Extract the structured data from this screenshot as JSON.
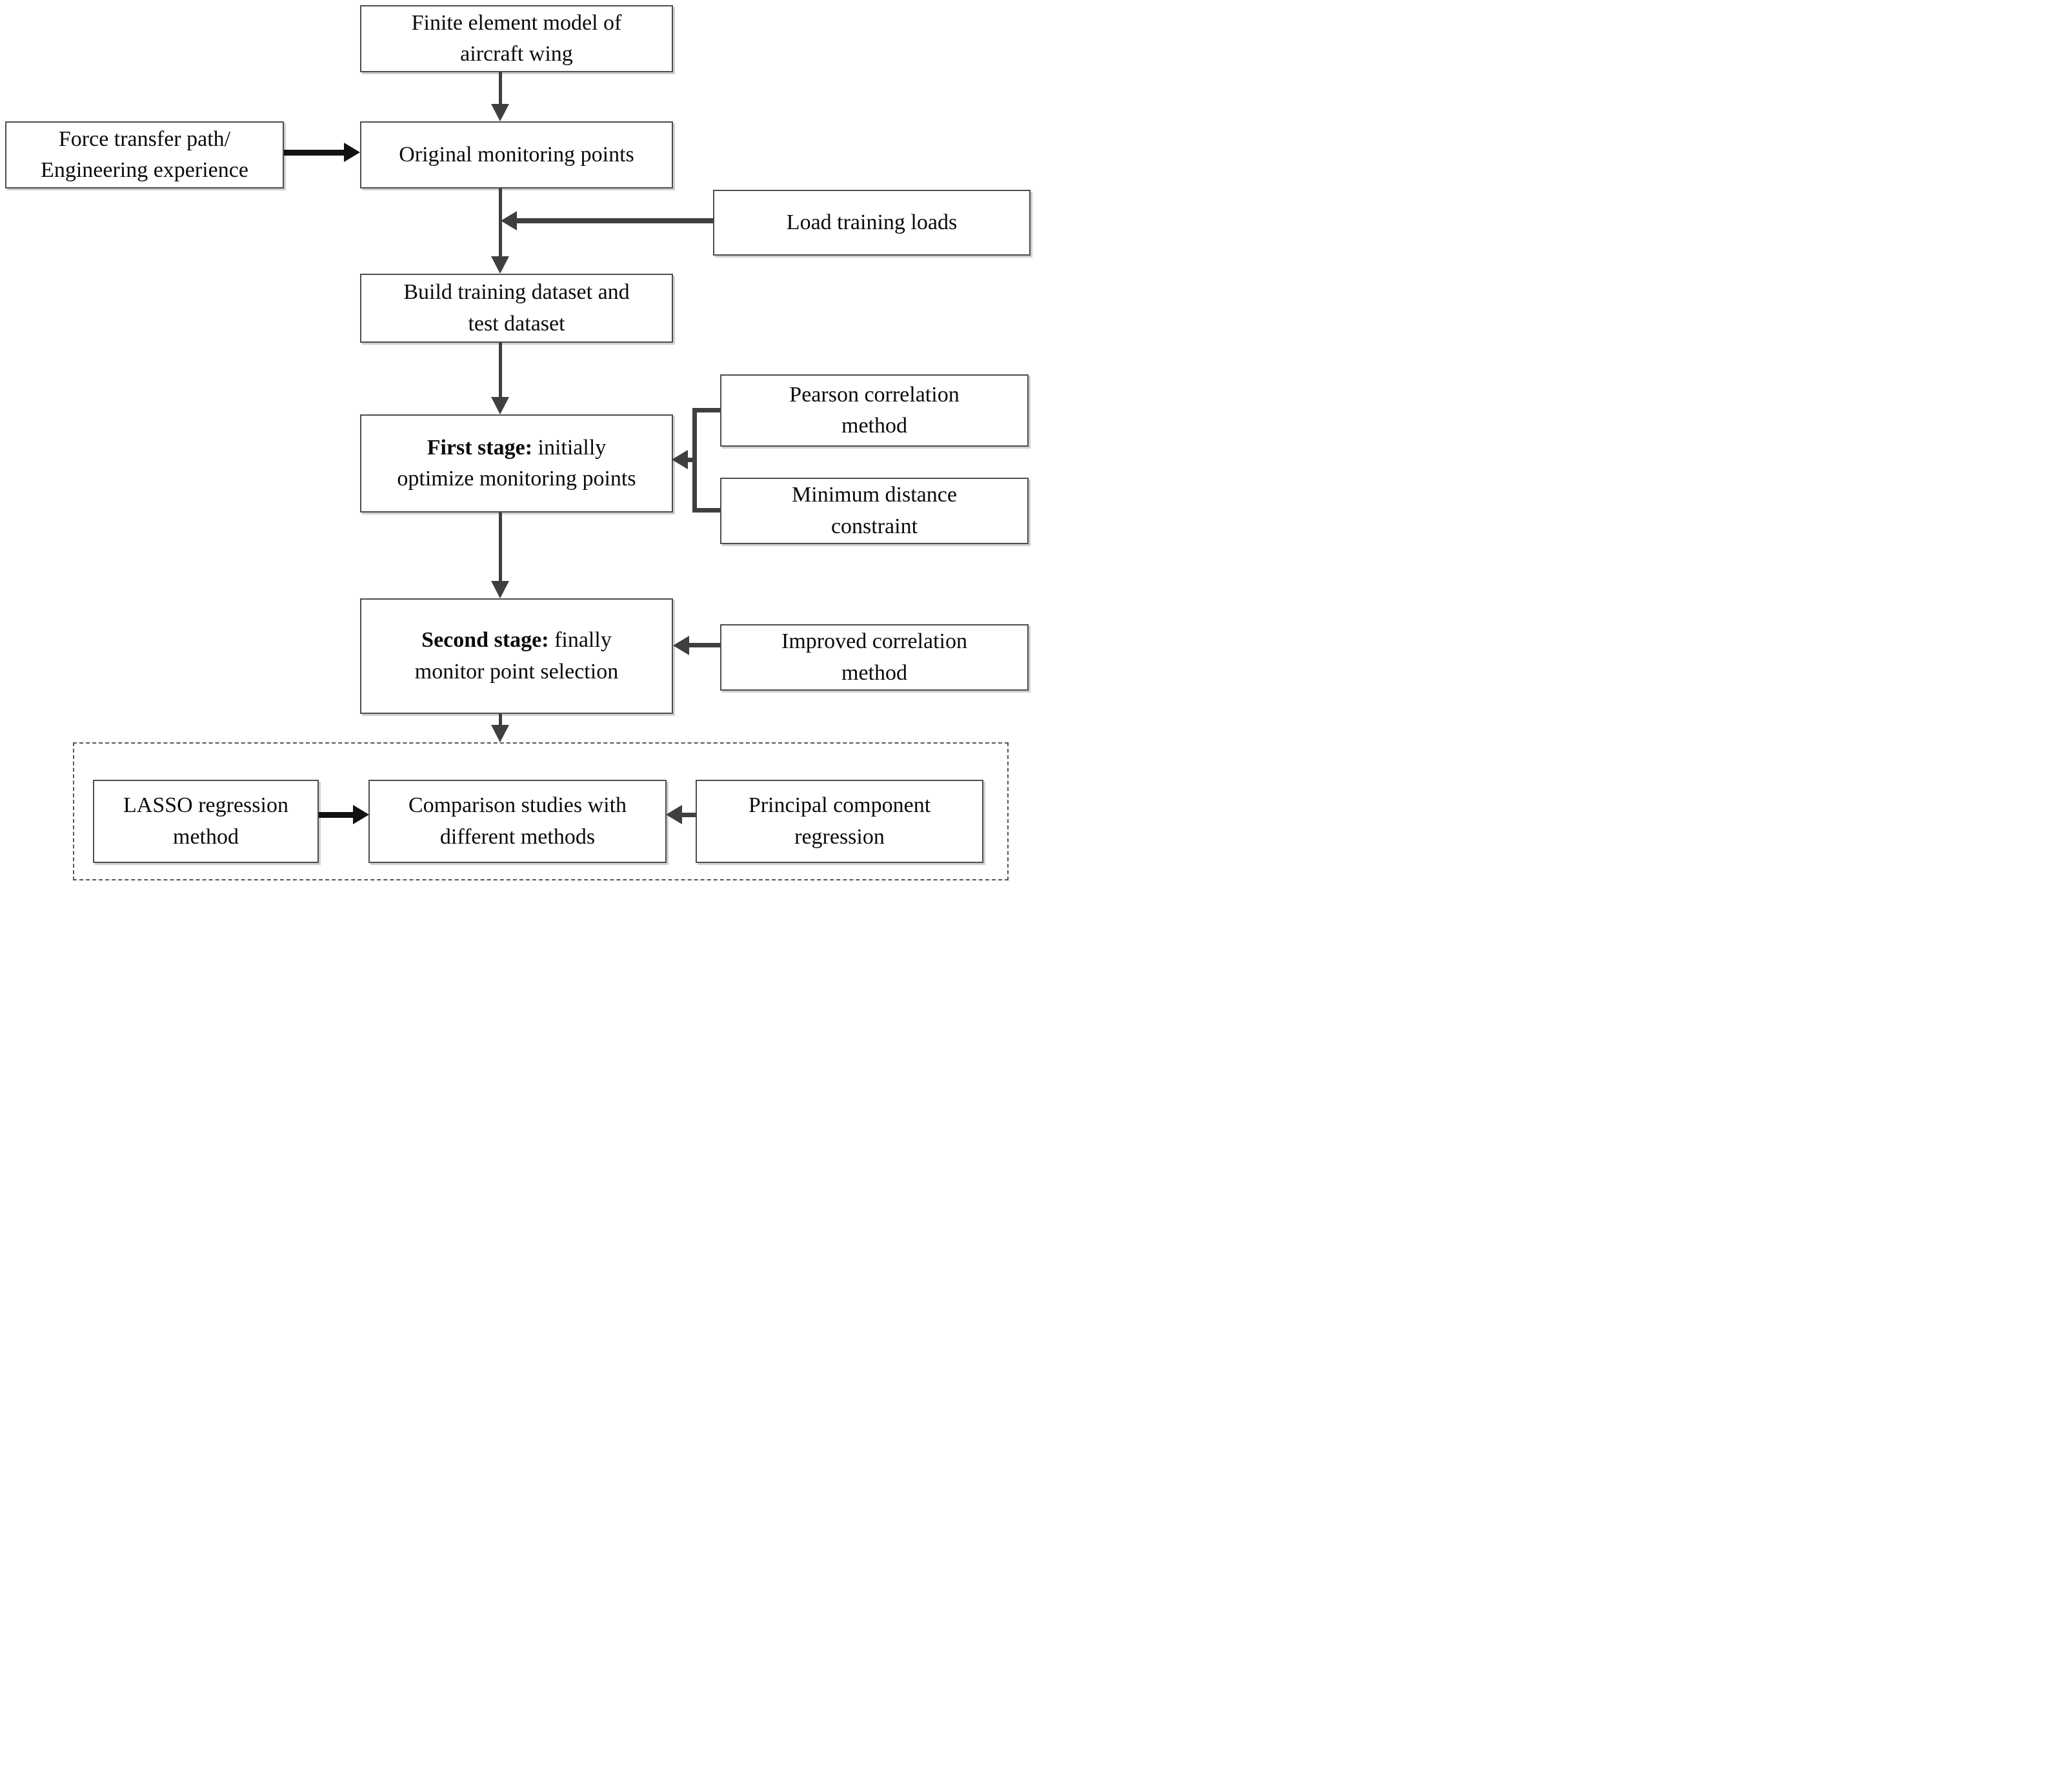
{
  "boxes": {
    "finite": {
      "line1": "Finite element model of",
      "line2": "aircraft wing"
    },
    "force": {
      "line1": "Force transfer path/",
      "line2": "Engineering experience"
    },
    "original": {
      "line1": "Original monitoring points"
    },
    "load": {
      "line1": "Load training loads"
    },
    "build": {
      "line1": "Build training dataset and",
      "line2": "test dataset"
    },
    "first_stage": {
      "bold": "First stage:",
      "after_bold": " initially",
      "line2": "optimize monitoring points"
    },
    "pearson": {
      "line1": "Pearson correlation",
      "line2": "method"
    },
    "min_distance": {
      "line1": "Minimum distance",
      "line2": "constraint"
    },
    "second_stage": {
      "bold": "Second stage:",
      "after_bold": " finally",
      "line2": "monitor point selection"
    },
    "improved": {
      "line1": "Improved correlation",
      "line2": "method"
    },
    "lasso": {
      "line1": "LASSO regression",
      "line2": "method"
    },
    "comparison": {
      "line1": "Comparison studies with",
      "line2": "different methods"
    },
    "pcr": {
      "line1": "Principal component",
      "line2": "regression"
    }
  },
  "colors": {
    "box_border": "#4d4d4d",
    "arrow": "#3f3f3f",
    "arrow_strong": "#111111",
    "text": "#0b0b0b",
    "background": "#ffffff",
    "dashed_border": "#555555"
  }
}
